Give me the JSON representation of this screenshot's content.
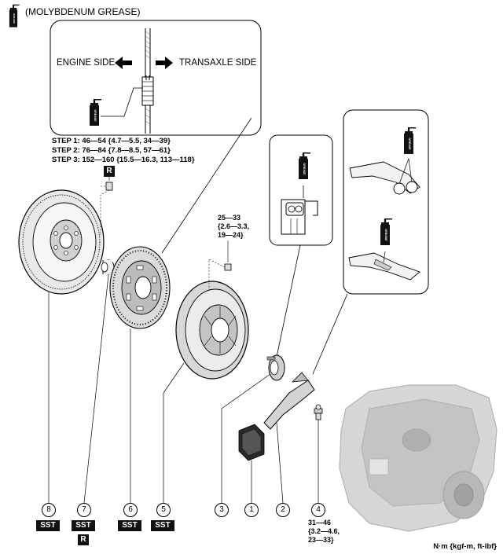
{
  "legend": {
    "icon": "grease-can-icon",
    "text": "(MOLYBDENUM GREASE)",
    "badge": "GREASE"
  },
  "detail": {
    "engine_side": "ENGINE SIDE",
    "transaxle_side": "TRANSAXLE SIDE"
  },
  "torque": {
    "flywheel_steps": [
      "STEP 1: 46—54 {4.7—5.5, 34—39}",
      "STEP 2: 76—84 {7.8—8.5, 57—61}",
      "STEP 3: 152—160 {15.5—16.3, 113—118}"
    ],
    "cover_bolts": [
      "25—33",
      "{2.6—3.3,",
      "19—24}"
    ],
    "pivot": [
      "31—46",
      "{3.2—4.6,",
      "23—33}"
    ]
  },
  "badges": {
    "sst": "SST",
    "replace": "R"
  },
  "callouts": [
    {
      "n": "8",
      "part": "flywheel"
    },
    {
      "n": "7",
      "part": "pilot-bearing"
    },
    {
      "n": "6",
      "part": "clutch-disc"
    },
    {
      "n": "5",
      "part": "clutch-cover"
    },
    {
      "n": "3",
      "part": "release-bearing"
    },
    {
      "n": "1",
      "part": "boot"
    },
    {
      "n": "2",
      "part": "release-fork"
    },
    {
      "n": "4",
      "part": "pivot"
    }
  ],
  "units": "N·m {kgf-m, ft-lbf}"
}
